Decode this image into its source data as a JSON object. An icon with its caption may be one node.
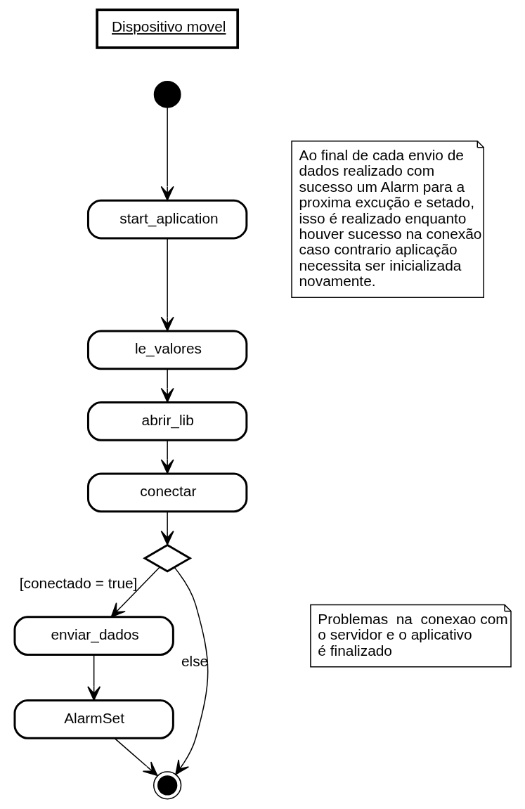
{
  "diagram": {
    "nodes": [
      {
        "text": [
          "Dispositivo movel"
        ]
      },
      {
        "text": [
          "Ao final de cada envio de dados realizado com sucesso um Alarm para a proxima excução e setado, isso é realizado enquanto houver sucesso na conexão caso contrario aplicação necessita ser inicializada novamente."
        ]
      },
      {
        "text": [],
        "shape": "circle"
      },
      {
        "text": [
          "start_aplication"
        ]
      },
      {
        "text": [
          "le_valores"
        ]
      },
      {
        "text": [
          "abrir_lib"
        ]
      },
      {
        "text": [
          "conectar"
        ]
      },
      {
        "text": [],
        "shape": "diamond"
      },
      {
        "text": [
          "Problemas  na  conexao com o servidor e o aplicativo é finalizado"
        ]
      },
      {
        "text": [
          "enviar_dados"
        ]
      },
      {
        "text": [
          "AlarmSet"
        ]
      },
      {
        "text": [],
        "shape": "bullseye"
      }
    ],
    "edges": [
      {
        "from": 2,
        "to": 3,
        "arrow": "to"
      },
      {
        "from": 3,
        "to": 4,
        "arrow": "to"
      },
      {
        "from": 4,
        "to": 5,
        "arrow": "to"
      },
      {
        "from": 5,
        "to": 6,
        "arrow": "to"
      },
      {
        "from": 6,
        "to": 7,
        "arrow": "to"
      },
      {
        "from": 7,
        "to": 11,
        "arrow": "to",
        "label": "else"
      },
      {
        "from": 7,
        "to": 9,
        "arrow": "to",
        "label": "[conectado = true]"
      },
      {
        "from": 9,
        "to": 10,
        "arrow": "to"
      },
      {
        "from": 10,
        "to": 11,
        "arrow": "to"
      }
    ]
  }
}
